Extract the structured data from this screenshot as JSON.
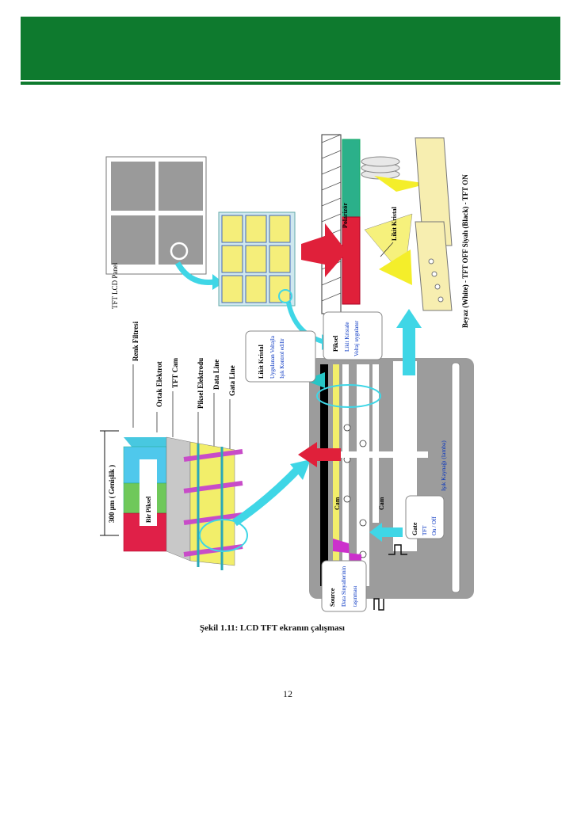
{
  "header": {
    "color": "#0e7a2e"
  },
  "figure": {
    "labels": {
      "panel": "TFT LCD Panel",
      "width": "300 μm ( Genişlik )",
      "pixel": "Bir Piksel",
      "color_filter": "Renk Filtresi",
      "common_electrode": "Ortak Elektrot",
      "tft_glass": "TFT Cam",
      "pixel_electrode": "Piksel Elektrodu",
      "data_line": "Data Line",
      "gate_line": "Gata Line",
      "lc_control_1": "Likit Kristal",
      "lc_control_2": "Uygulanan Voltajla",
      "lc_control_3": "Işık Kontrol edilir",
      "pixel_box_1": "Piksel",
      "pixel_box_2": "Likit Kristale",
      "pixel_box_3": "Voltaj uygulanır",
      "polarizer": "Polarizör",
      "liquid_crystal": "Likit Kristal",
      "white_black": "Beyaz (White) - TFT OFF   Siyah (Black) - TFT ON",
      "glass_top": "Cam",
      "glass_bottom": "Cam",
      "gate_1": "Gate",
      "gate_2": "TFT",
      "gate_3": "On / Off",
      "light_source": "Işık Kaynağı (lamba)",
      "source_1": "Source",
      "source_2": "Data Sinyallerinin",
      "source_3": "taşınması"
    }
  },
  "caption": "Şekil 1.11: LCD TFT ekranın çalışması",
  "page_number": "12"
}
